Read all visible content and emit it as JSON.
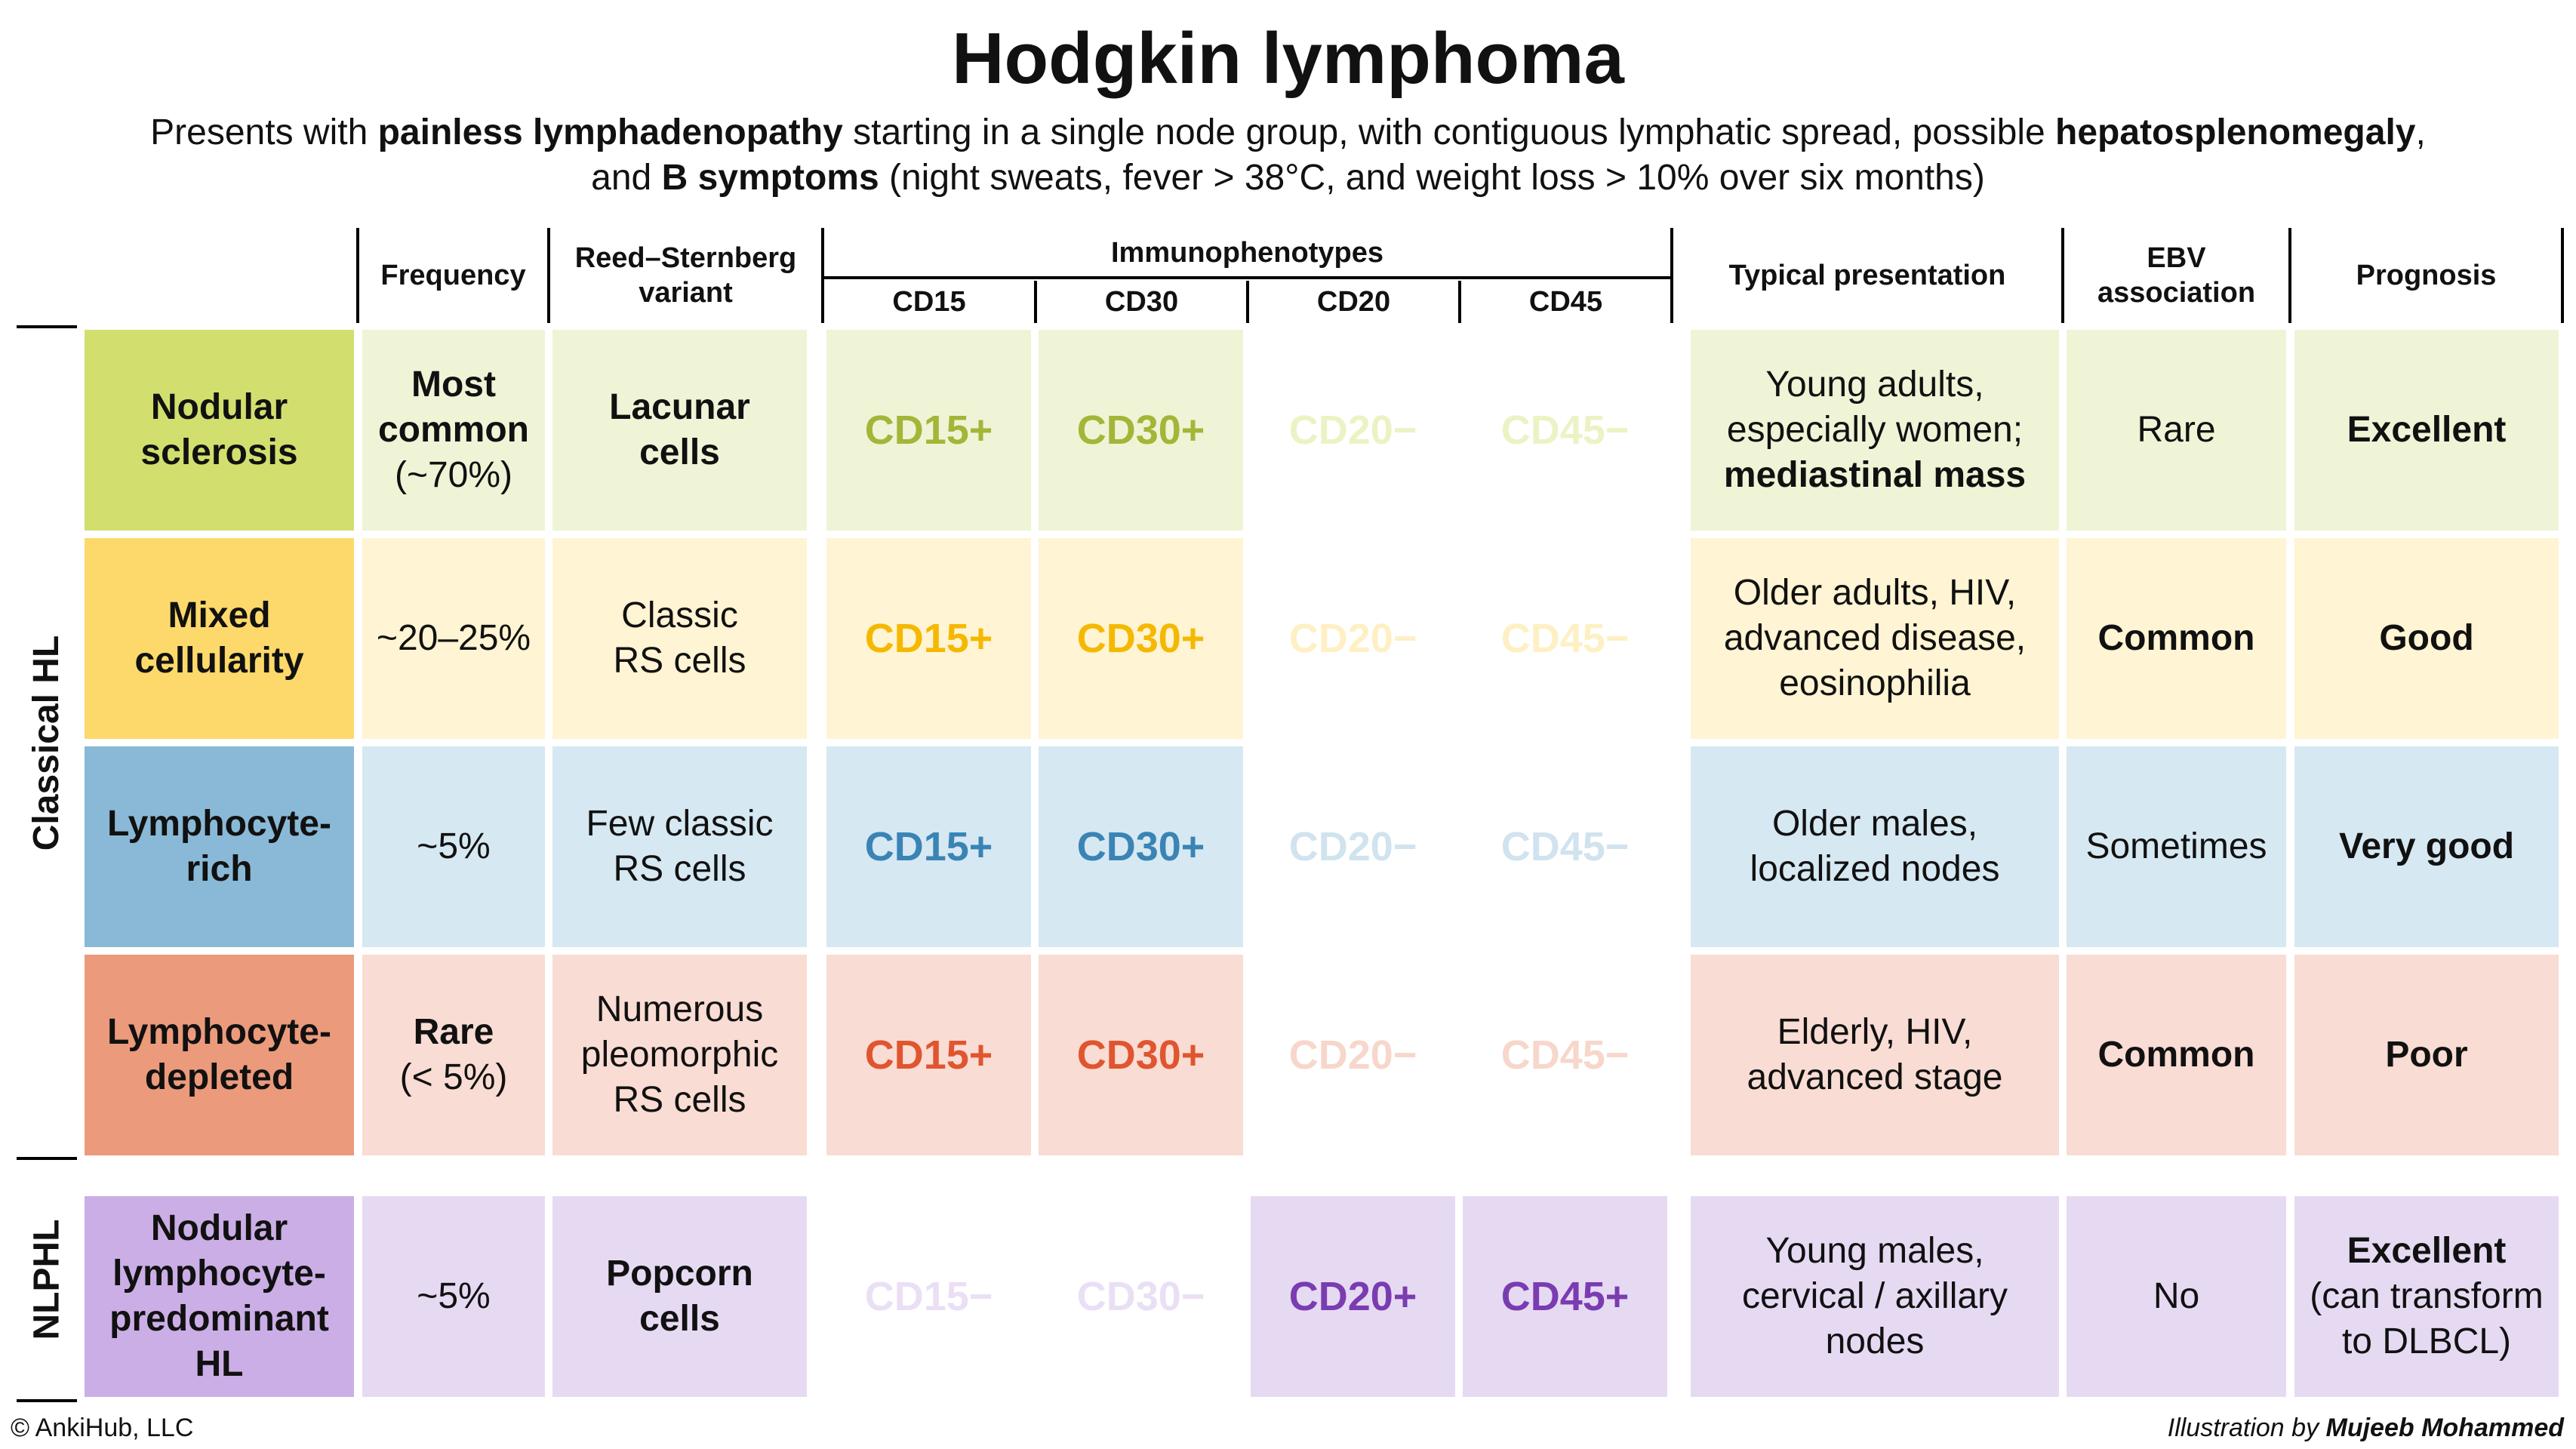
{
  "title": "Hodgkin lymphoma",
  "subtitle": {
    "l1_a": "Presents with ",
    "l1_b": "painless lymphadenopathy",
    "l1_c": " starting in a single node group, with contiguous lymphatic spread, possible ",
    "l1_d": "hepatosplenomegaly",
    "l1_e": ",",
    "l2_a": "and ",
    "l2_b": "B symptoms",
    "l2_c": " (night sweats, fever > 38°C, and weight loss > 10% over six months)"
  },
  "headers": {
    "frequency": "Frequency",
    "rs_1": "Reed–Sternberg",
    "rs_2": "variant",
    "immuno": "Immunophenotypes",
    "cd15": "CD15",
    "cd30": "CD30",
    "cd20": "CD20",
    "cd45": "CD45",
    "presentation": "Typical presentation",
    "ebv_1": "EBV",
    "ebv_2": "association",
    "prognosis": "Prognosis"
  },
  "groups": {
    "classical": "Classical HL",
    "nlphl": "NLPHL"
  },
  "rows": [
    {
      "name": [
        "Nodular",
        "sclerosis"
      ],
      "freq": [
        "Most",
        "common",
        "(~70%)"
      ],
      "rs": [
        "Lacunar",
        "cells"
      ],
      "cd15": "CD15+",
      "cd30": "CD30+",
      "cd20": "CD20−",
      "cd45": "CD45−",
      "pres": [
        "Young adults,",
        "especially women;",
        "mediastinal mass"
      ],
      "ebv": "Rare",
      "prog": [
        "Excellent"
      ],
      "colors": {
        "dark": "#d2df6e",
        "light": "#eff4d6",
        "text": "#a4b538"
      }
    },
    {
      "name": [
        "Mixed",
        "cellularity"
      ],
      "freq": [
        "~20–25%"
      ],
      "rs": [
        "Classic",
        "RS cells"
      ],
      "cd15": "CD15+",
      "cd30": "CD30+",
      "cd20": "CD20−",
      "cd45": "CD45−",
      "pres": [
        "Older adults, HIV,",
        "advanced disease,",
        "eosinophilia"
      ],
      "ebv": "Common",
      "prog": [
        "Good"
      ],
      "colors": {
        "dark": "#fdd96b",
        "light": "#fff4d3",
        "text": "#f5b800"
      }
    },
    {
      "name": [
        "Lymphocyte-",
        "rich"
      ],
      "freq": [
        "~5%"
      ],
      "rs": [
        "Few classic",
        "RS cells"
      ],
      "cd15": "CD15+",
      "cd30": "CD30+",
      "cd20": "CD20−",
      "cd45": "CD45−",
      "pres": [
        "Older males,",
        "localized nodes"
      ],
      "ebv": "Sometimes",
      "prog": [
        "Very good"
      ],
      "colors": {
        "dark": "#89b9d6",
        "light": "#d6e8f2",
        "text": "#3a84b5"
      }
    },
    {
      "name": [
        "Lymphocyte-",
        "depleted"
      ],
      "freq": [
        "Rare",
        "(< 5%)"
      ],
      "rs": [
        "Numerous",
        "pleomorphic",
        "RS cells"
      ],
      "cd15": "CD15+",
      "cd30": "CD30+",
      "cd20": "CD20−",
      "cd45": "CD45−",
      "pres": [
        "Elderly, HIV,",
        "advanced stage"
      ],
      "ebv": "Common",
      "prog": [
        "Poor"
      ],
      "colors": {
        "dark": "#ec9a7c",
        "light": "#f9dcd3",
        "text": "#e0552f"
      }
    },
    {
      "name": [
        "Nodular",
        "lymphocyte-",
        "predominant",
        "HL"
      ],
      "freq": [
        "~5%"
      ],
      "rs": [
        "Popcorn",
        "cells"
      ],
      "cd15": "CD15−",
      "cd30": "CD30−",
      "cd20": "CD20+",
      "cd45": "CD45+",
      "pres": [
        "Young males,",
        "cervical / axillary",
        "nodes"
      ],
      "ebv": "No",
      "prog": [
        "Excellent",
        "(can transform",
        "to DLBCL)"
      ],
      "colors": {
        "dark": "#cbaee6",
        "light": "#e6daf3",
        "text": "#7a3cb0"
      }
    }
  ],
  "footer": {
    "copyright": "© AnkiHub, LLC",
    "credit_prefix": "Illustration by ",
    "credit_name": "Mujeeb Mohammed"
  }
}
